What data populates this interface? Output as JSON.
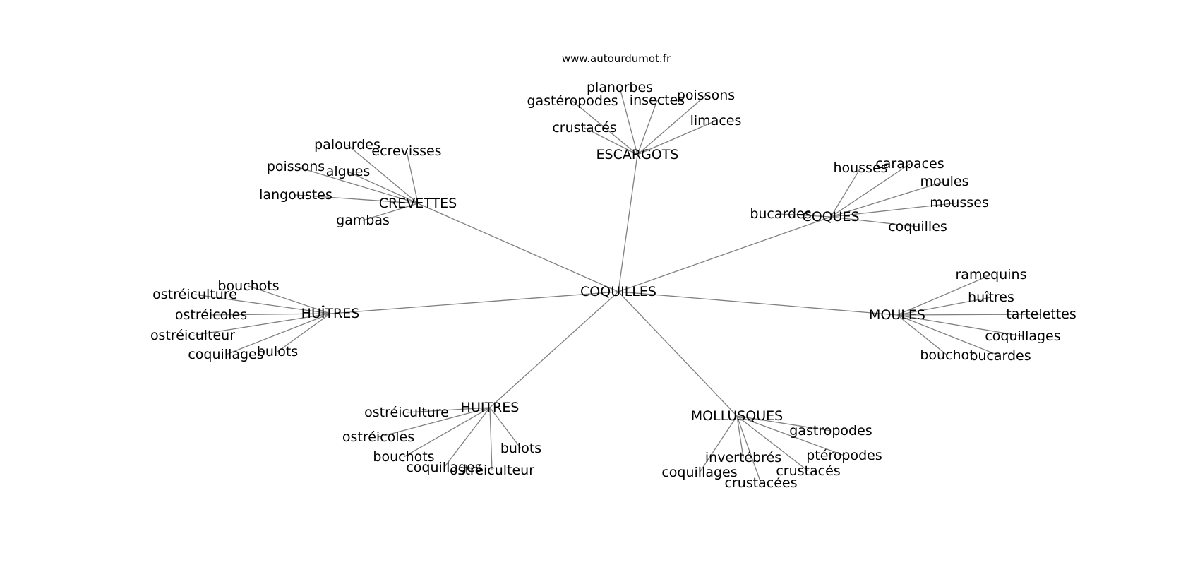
{
  "source": "www.autourdumot.fr",
  "center": "COQUILLES",
  "hubs": [
    {
      "label": "ESCARGOTS",
      "leaves": [
        "planorbes",
        "gastéropodes",
        "insectes",
        "poissons",
        "limaces",
        "crustacés"
      ]
    },
    {
      "label": "CREVETTES",
      "leaves": [
        "palourdes",
        "ecrevisses",
        "poissons",
        "algues",
        "langoustes",
        "gambas"
      ]
    },
    {
      "label": "COQUES",
      "leaves": [
        "housses",
        "carapaces",
        "moules",
        "mousses",
        "bucardes",
        "coquilles"
      ]
    },
    {
      "label": "HUÎTRES",
      "leaves": [
        "bouchots",
        "ostréiculture",
        "ostréicoles",
        "ostréiculteur",
        "coquillages",
        "bulots"
      ]
    },
    {
      "label": "MOULES",
      "leaves": [
        "ramequins",
        "huîtres",
        "tartelettes",
        "coquillages",
        "bouchot",
        "bucardes"
      ]
    },
    {
      "label": "HUITRES",
      "leaves": [
        "ostréiculture",
        "ostréicoles",
        "bulots",
        "bouchots",
        "coquillages",
        "ostréiculteur"
      ]
    },
    {
      "label": "MOLLUSQUES",
      "leaves": [
        "gastropodes",
        "ptéropodes",
        "invertébrés",
        "crustacés",
        "coquillages",
        "crustacées"
      ]
    }
  ]
}
